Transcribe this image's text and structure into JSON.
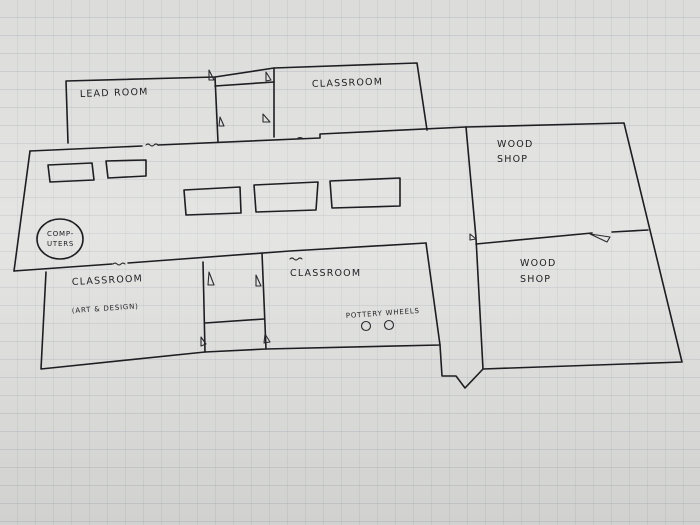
{
  "rooms": {
    "lead_room": "LEAD ROOM",
    "classroom_top": "CLASSROOM",
    "wood_shop_top_line1": "WOOD",
    "wood_shop_top_line2": "SHOP",
    "wood_shop_bottom_line1": "WOOD",
    "wood_shop_bottom_line2": "SHOP",
    "classroom_art_line1": "CLASSROOM",
    "classroom_art_line2": "(ART & DESIGN)",
    "classroom_pottery": "CLASSROOM",
    "computers_line1": "COMP-",
    "computers_line2": "UTERS"
  },
  "features": {
    "pottery_wheels": "POTTERY WHEELS"
  },
  "colors": {
    "paper": "#dcdcda",
    "ink": "#1e1e22",
    "grid": "#8a9bb3"
  }
}
